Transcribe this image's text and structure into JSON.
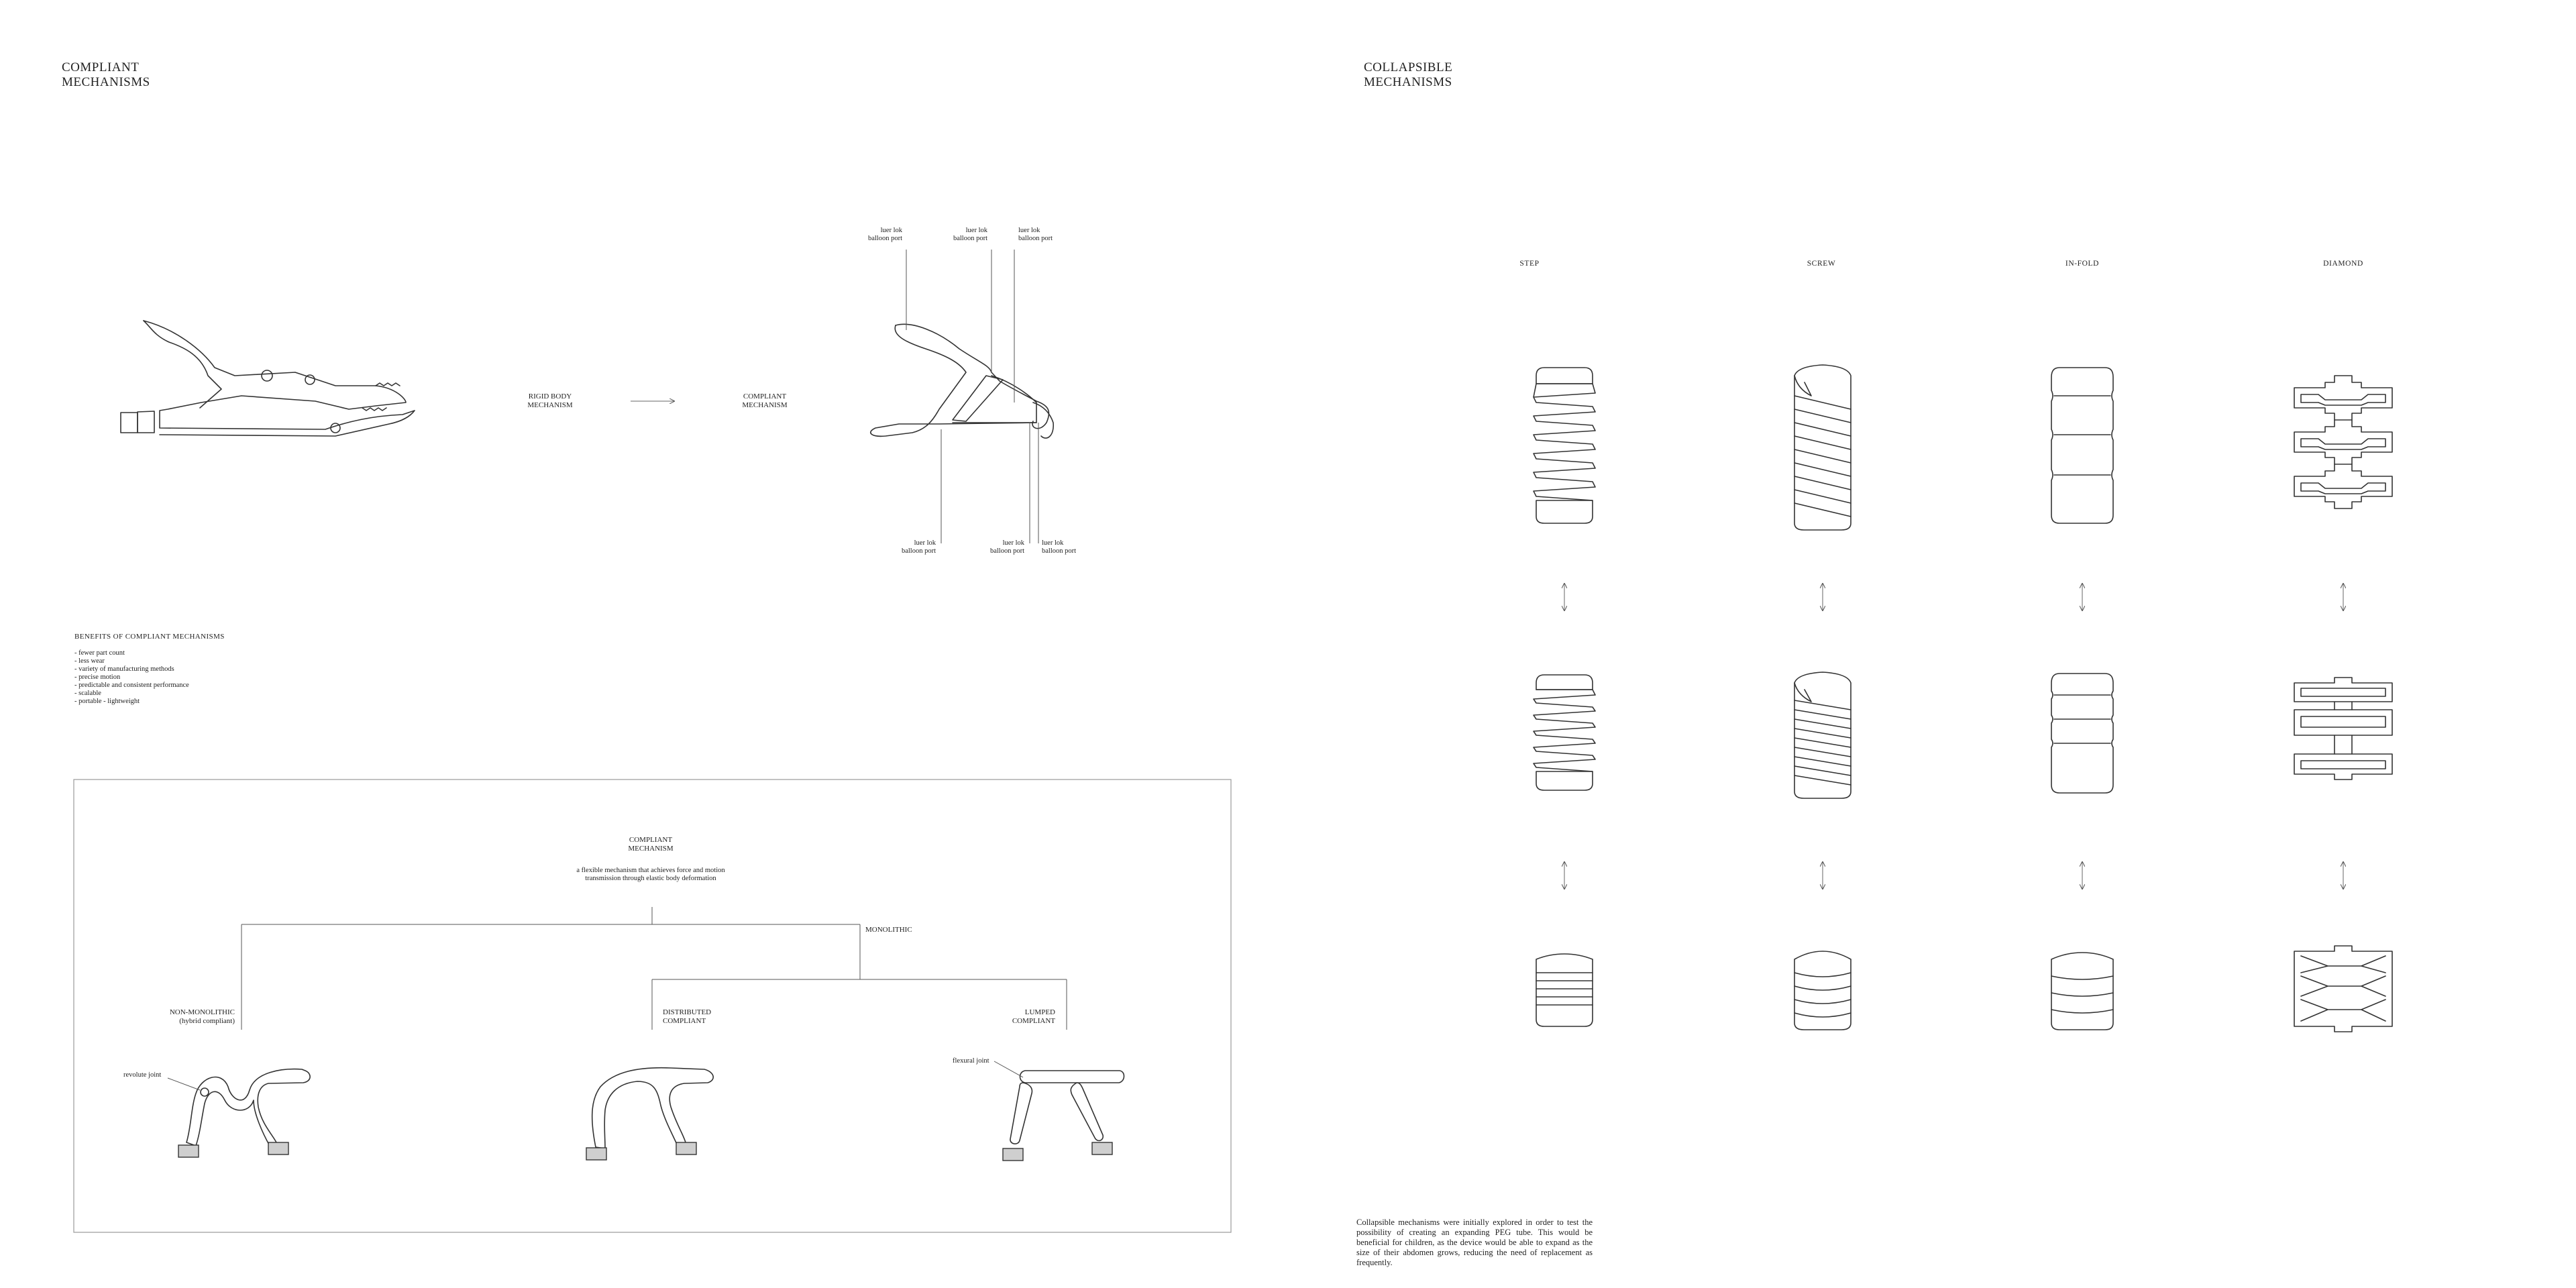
{
  "left": {
    "title": [
      "COMPLIANT",
      "MECHANISMS"
    ],
    "rigid_label": [
      "RIGID BODY",
      "MECHANISM"
    ],
    "compliant_label": [
      "COMPLIANT",
      "MECHANISM"
    ],
    "callouts": [
      [
        "luer lok",
        "balloon port"
      ],
      [
        "luer lok",
        "balloon port"
      ],
      [
        "luer lok",
        "balloon port"
      ],
      [
        "luer lok",
        "balloon port"
      ],
      [
        "luer lok",
        "balloon port"
      ],
      [
        "luer lok",
        "balloon port"
      ]
    ],
    "benefits": {
      "heading": "BENEFITS OF COMPLIANT MECHANISMS",
      "items": [
        "- fewer part count",
        "- less wear",
        "- variety of manufacturing methods",
        "- precise motion",
        "- predictable and consistent performance",
        "- scalable",
        "- portable - lightweight"
      ]
    },
    "tree": {
      "root_title": [
        "COMPLIANT",
        "MECHANISM"
      ],
      "root_desc": [
        "a flexible mechanism that achieves force and motion",
        "transmission through elastic body deformation"
      ],
      "monolithic": "MONOLITHIC",
      "non_monolithic": [
        "NON-MONOLITHIC",
        "(hybrid compliant)"
      ],
      "distributed": [
        "DISTRIBUTED",
        "COMPLIANT"
      ],
      "lumped": [
        "LUMPED",
        "COMPLIANT"
      ],
      "revolute_joint": "revolute joint",
      "flexural_joint": "flexural joint"
    }
  },
  "right": {
    "title": [
      "COLLAPSIBLE",
      "MECHANISMS"
    ],
    "columns": [
      "STEP",
      "SCREW",
      "IN-FOLD",
      "DIAMOND"
    ],
    "paragraph": "Collapsible mechanisms were initially explored in order to test the possibility of creating an expanding PEG tube. This would be beneficial for children, as the device would be able to expand as the size of their abdomen grows, reducing the need of replacement as frequently."
  },
  "colors": {
    "line": "#333333",
    "text": "#222222",
    "fill": "#cfcfcf",
    "frame": "#999999"
  }
}
